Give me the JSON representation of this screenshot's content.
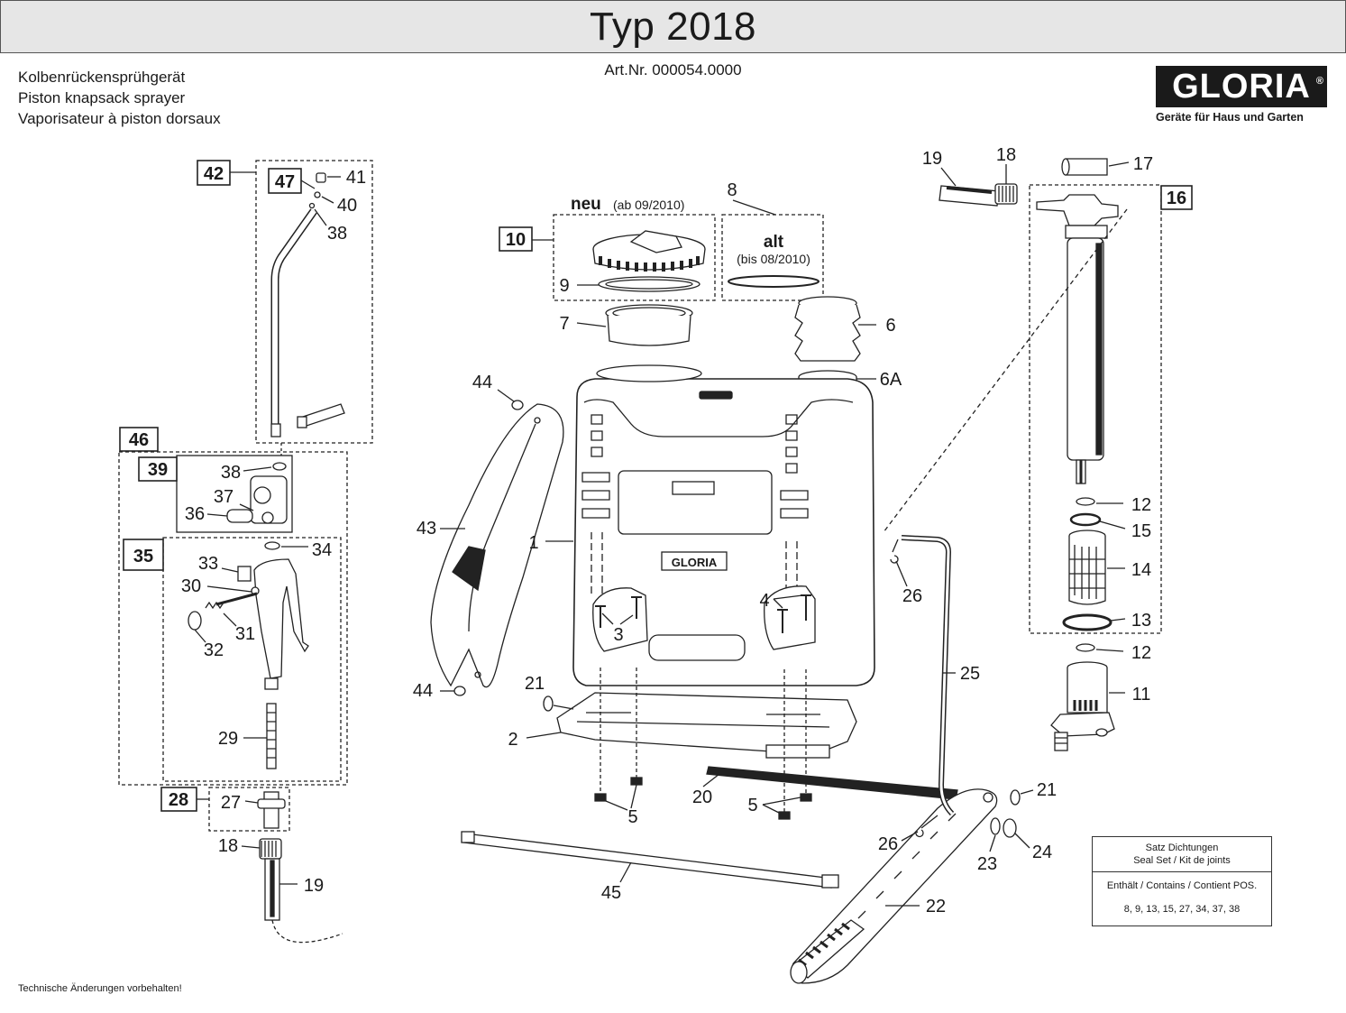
{
  "header": {
    "title": "Typ 2018",
    "art_nr": "Art.Nr. 000054.0000"
  },
  "description": {
    "de": "Kolbenrückensprühgerät",
    "en": "Piston knapsack sprayer",
    "fr": "Vaporisateur à piston dorsaux"
  },
  "logo": {
    "name": "GLORIA",
    "registered": "®",
    "tagline": "Geräte für Haus und Garten"
  },
  "footer": "Technische Änderungen vorbehalten!",
  "seal_set": {
    "title_de": "Satz Dichtungen",
    "title_en_fr": "Seal Set / Kit de joints",
    "contains": "Enthält / Contains / Contient POS.",
    "positions": "8, 9, 13, 15, 27, 34, 37, 38"
  },
  "variants": {
    "neu": "neu",
    "neu_date": "(ab 09/2010)",
    "alt": "alt",
    "alt_date": "(bis 08/2010)"
  },
  "tank_logo": "GLORIA",
  "labels": {
    "l1": "1",
    "l2": "2",
    "l3": "3",
    "l4": "4",
    "l5a": "5",
    "l5b": "5",
    "l6": "6",
    "l6a": "6A",
    "l7": "7",
    "l8": "8",
    "l9": "9",
    "l11": "11",
    "l12a": "12",
    "l12b": "12",
    "l13": "13",
    "l14": "14",
    "l15": "15",
    "l17": "17",
    "l18a": "18",
    "l18b": "18",
    "l19a": "19",
    "l19b": "19",
    "l20": "20",
    "l21a": "21",
    "l21b": "21",
    "l22": "22",
    "l23": "23",
    "l24": "24",
    "l25": "25",
    "l26a": "26",
    "l26b": "26",
    "l27": "27",
    "l29": "29",
    "l30": "30",
    "l31": "31",
    "l32": "32",
    "l33": "33",
    "l34": "34",
    "l36": "36",
    "l37": "37",
    "l38a": "38",
    "l38b": "38",
    "l40": "40",
    "l41": "41",
    "l43": "43",
    "l44a": "44",
    "l44b": "44",
    "l45": "45"
  },
  "boxed_labels": {
    "b10": "10",
    "b16": "16",
    "b28": "28",
    "b35": "35",
    "b39": "39",
    "b42": "42",
    "b46": "46",
    "b47": "47"
  }
}
